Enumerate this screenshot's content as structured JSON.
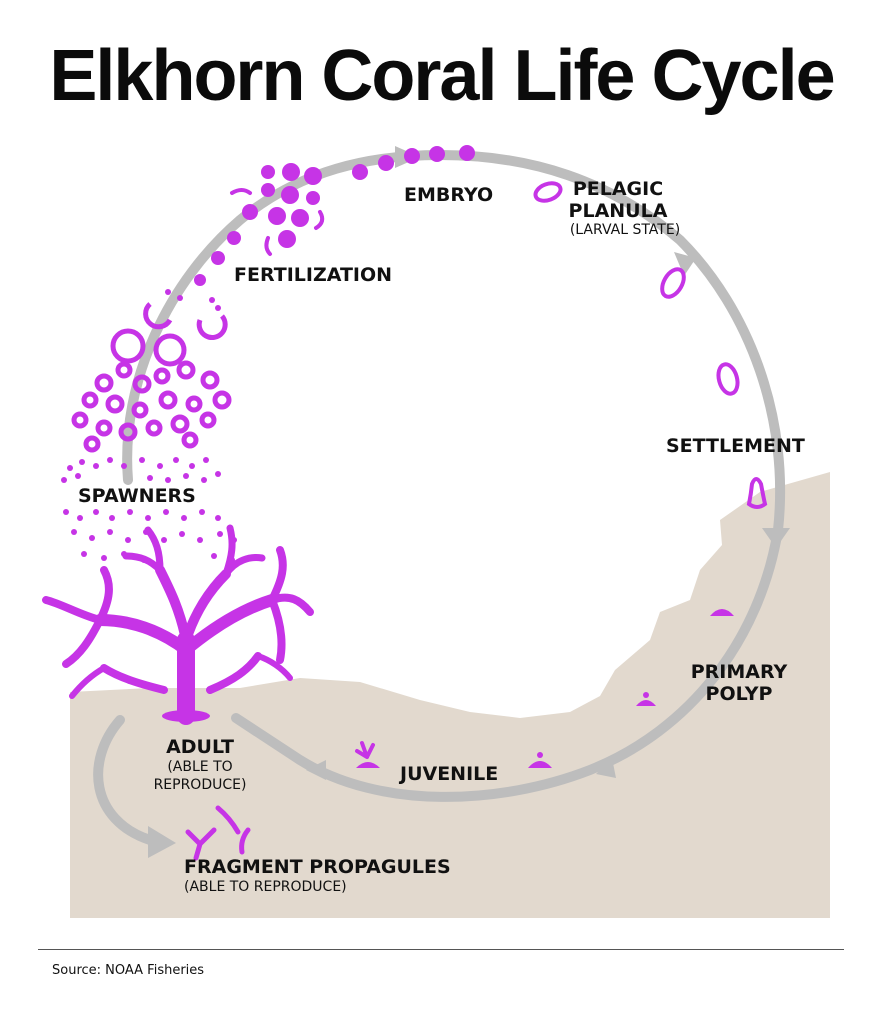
{
  "title": "Elkhorn Coral Life Cycle",
  "stages": {
    "embryo": "EMBRYO",
    "pelagic_planula": [
      "PELAGIC",
      "PLANULA"
    ],
    "larval_state": "(LARVAL STATE)",
    "fertilization": "FERTILIZATION",
    "settlement": "SETTLEMENT",
    "spawners": "SPAWNERS",
    "primary_polyp": [
      "PRIMARY",
      "POLYP"
    ],
    "adult": "ADULT",
    "adult_note": [
      "(ABLE TO",
      "REPRODUCE)"
    ],
    "juvenile": "JUVENILE",
    "fragment_propagules": "FRAGMENT PROPAGULES",
    "fragment_note": "(ABLE TO REPRODUCE)"
  },
  "source": "Source: NOAA Fisheries",
  "colors": {
    "coral": "#c634e6",
    "arrow": "#bdbdbd",
    "seafloor": "#e2d9ce",
    "text": "#111111"
  }
}
